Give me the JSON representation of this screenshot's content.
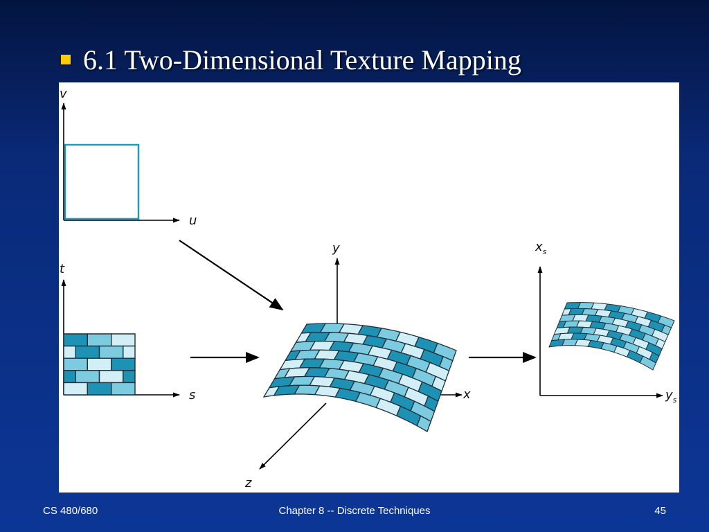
{
  "slide": {
    "title": "6.1 Two-Dimensional Texture Mapping",
    "footer_left": "CS 480/680",
    "footer_center": "Chapter 8 -- Discrete Techniques",
    "footer_right": "45"
  },
  "diagram": {
    "param_space": {
      "horizontal_axis": "u",
      "vertical_axis": "v"
    },
    "texture_space": {
      "horizontal_axis": "s",
      "vertical_axis": "t"
    },
    "object_space": {
      "x_axis": "x",
      "y_axis": "y",
      "z_axis": "z"
    },
    "screen_space": {
      "horizontal_axis": "y",
      "horizontal_sub": "s",
      "vertical_axis": "x",
      "vertical_sub": "s"
    }
  },
  "colors": {
    "bullet": "#ffcc00",
    "outline_square": "#1e9bbd",
    "brick_dark": "#1e92b4",
    "brick_mid": "#7ccbe0",
    "brick_light": "#d2eef6",
    "mortar": "#1f2f38"
  }
}
